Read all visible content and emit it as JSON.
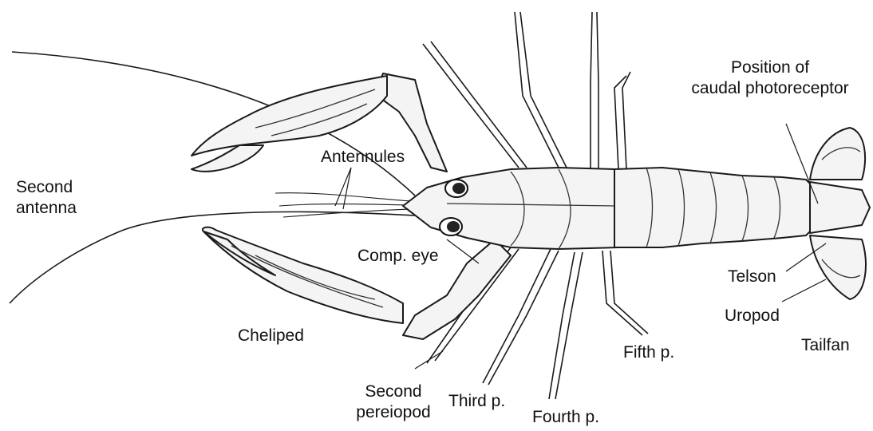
{
  "labels": {
    "position_caudal_line1": "Position of",
    "position_caudal_line2": "caudal photoreceptor",
    "antennules": "Antennules",
    "second_antenna_line1": "Second",
    "second_antenna_line2": "antenna",
    "comp_eye": "Comp. eye",
    "telson": "Telson",
    "uropod": "Uropod",
    "tailfan": "Tailfan",
    "cheliped": "Cheliped",
    "fifth_p": "Fifth p.",
    "second_pereiopod_line1": "Second",
    "second_pereiopod_line2": "pereiopod",
    "third_p": "Third p.",
    "fourth_p": "Fourth p."
  },
  "colors": {
    "ink": "#1a1a1a",
    "fill": "#f4f4f4",
    "background": "#ffffff"
  }
}
